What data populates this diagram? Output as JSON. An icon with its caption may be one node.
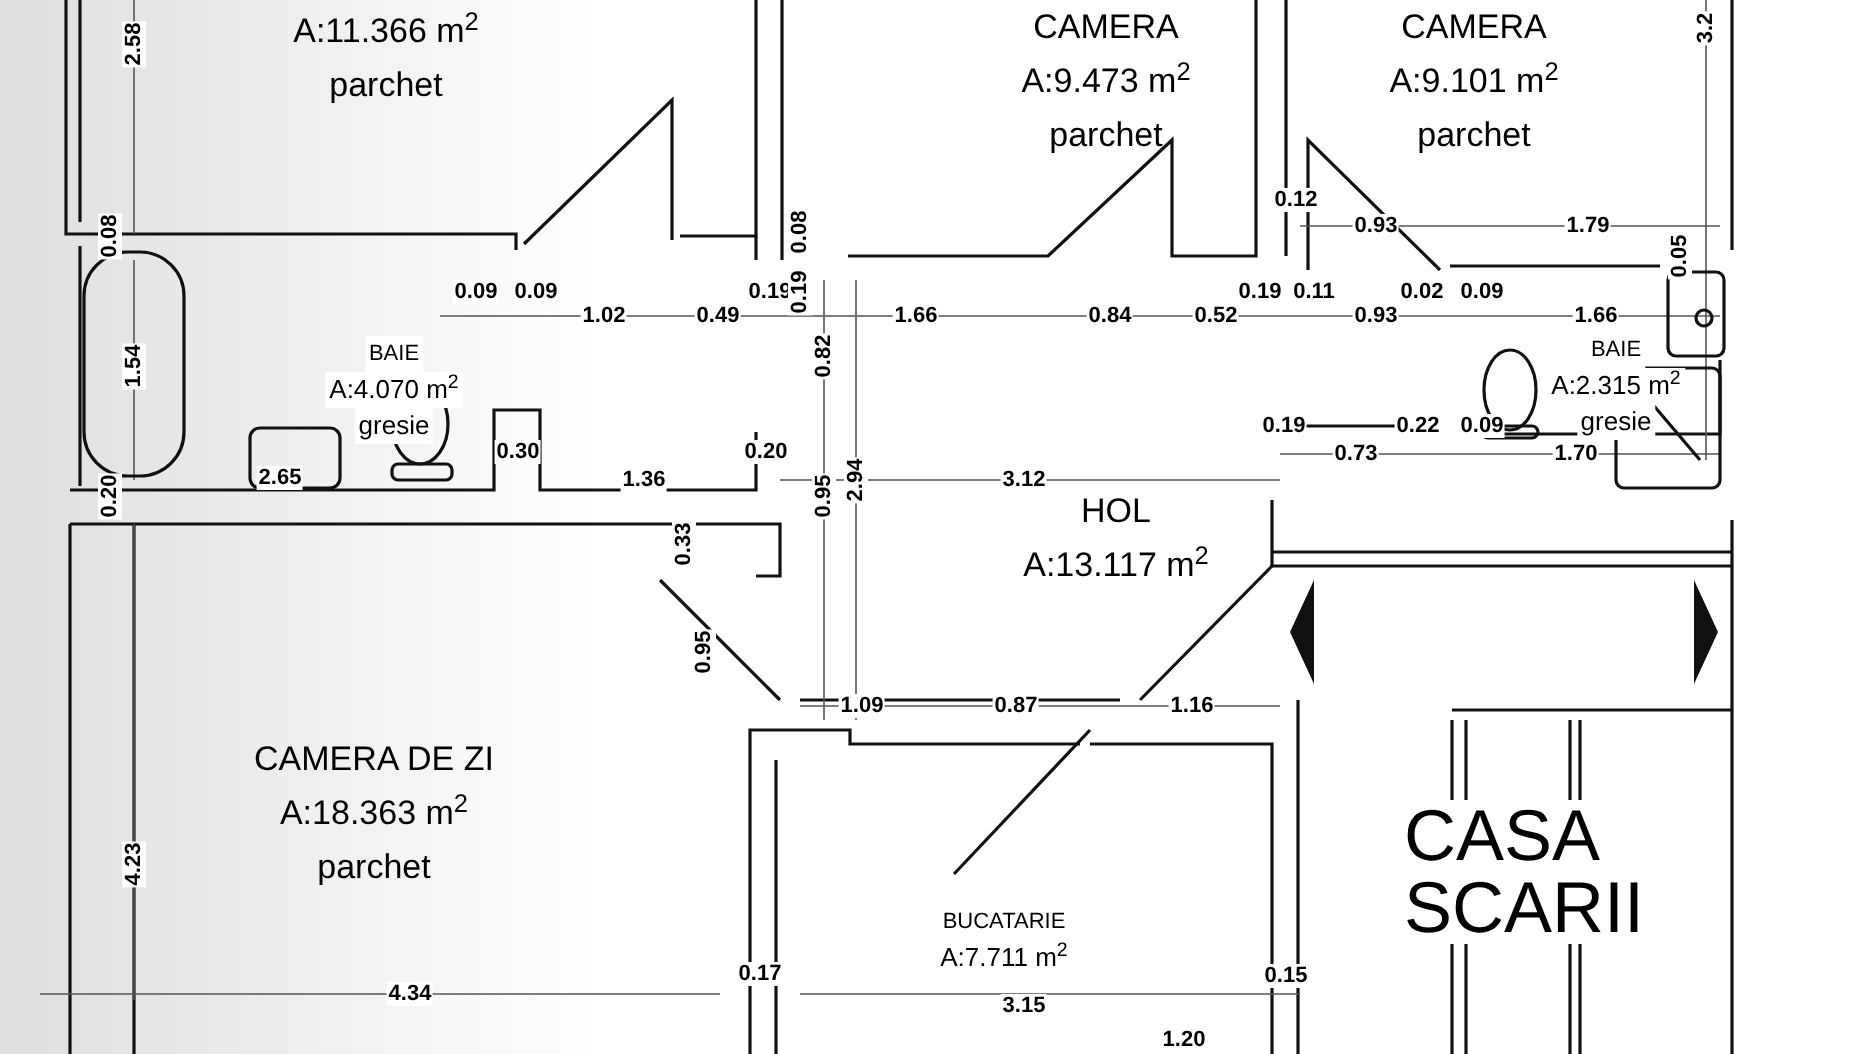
{
  "diagram": {
    "nodes": [
      {
        "text": [
          "A:11.366 m$^{2}$",
          "parchet"
        ]
      },
      {
        "text": [
          "CAMERA",
          "A:9.473 m$^{2}$",
          "parchet"
        ]
      },
      {
        "text": [
          "CAMERA",
          "A:9.101 m$^{2}$",
          "parchet"
        ]
      },
      {
        "text": [
          "BAIE",
          "A:4.070 m$^{2}$",
          "gresie"
        ]
      },
      {
        "text": [
          "BAIE",
          "A:2.315 m$^{2}$",
          "gresie"
        ]
      },
      {
        "text": [
          "HOL",
          "A:13.117 m$^{2}$"
        ]
      },
      {
        "text": [
          "CAMERA DE ZI",
          "A:18.363 m$^{2}$",
          "parchet"
        ]
      },
      {
        "text": [
          "BUCATARIE",
          "A:7.711 m$^{2}$"
        ]
      },
      {
        "text": [
          "CASA SCARII"
        ]
      }
    ],
    "labels": [
      "2.58",
      "3.2",
      "0.08",
      "0.09",
      "0.09",
      "0.08",
      "0.12",
      "0.93",
      "1.79",
      "0.05",
      "1.02",
      "0.49",
      "0.19",
      "0.19",
      "1.66",
      "0.84",
      "0.52",
      "0.19",
      "0.11",
      "0.93",
      "0.02",
      "0.09",
      "1.66",
      "1.54",
      "0.82",
      "0.19",
      "0.22",
      "0.09",
      "0.30",
      "0.20",
      "0.73",
      "1.70",
      "0.20",
      "2.65",
      "1.36",
      "0.95",
      "2.94",
      "3.12",
      "0.33",
      "0.95",
      "1.09",
      "0.87",
      "1.16",
      "4.23",
      "4.34",
      "0.17",
      "3.15",
      "0.15",
      "1.20"
    ]
  }
}
